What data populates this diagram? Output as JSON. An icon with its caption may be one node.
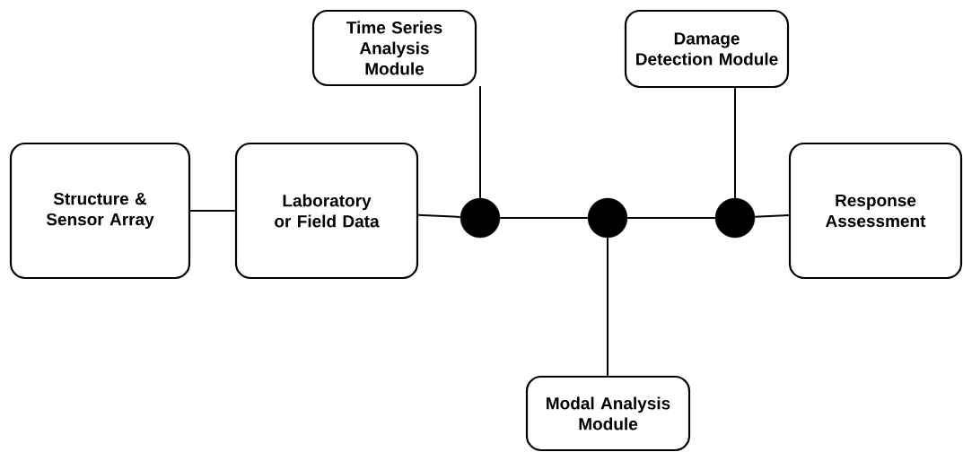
{
  "diagram": {
    "nodes": [
      {
        "text": [
          "Structure & Sensor Array"
        ]
      },
      {
        "text": [
          "Laboratory or Field Data"
        ]
      },
      {
        "text": [
          "Time Series Analysis Module"
        ]
      },
      {
        "text": [
          "Damage Detection Module"
        ]
      },
      {
        "text": [],
        "shape": "circle"
      },
      {
        "text": [],
        "shape": "circle"
      },
      {
        "text": [],
        "shape": "circle"
      },
      {
        "text": [
          "Response Assessment"
        ]
      },
      {
        "text": [
          "Modal Analysis Module"
        ]
      }
    ],
    "edges": [
      {
        "from": 0,
        "to": 1,
        "arrow": "none"
      },
      {
        "from": 1,
        "to": 4,
        "arrow": "none"
      },
      {
        "from": 4,
        "to": 5,
        "arrow": "none"
      },
      {
        "from": 5,
        "to": 6,
        "arrow": "none"
      },
      {
        "from": 6,
        "to": 7,
        "arrow": "none"
      },
      {
        "from": 2,
        "to": 4,
        "arrow": "none"
      },
      {
        "from": 3,
        "to": 6,
        "arrow": "none"
      },
      {
        "from": 5,
        "to": 8,
        "arrow": "none"
      }
    ]
  }
}
